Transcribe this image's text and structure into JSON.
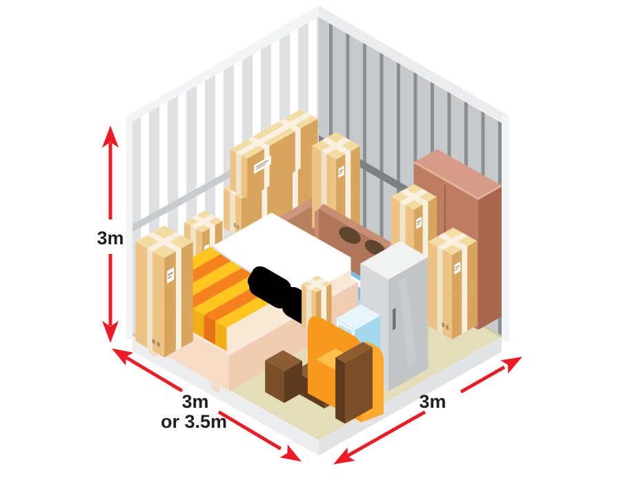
{
  "labels": {
    "height_label": "3m",
    "width_label_line1": "3m",
    "width_label_line2": "or 3.5m",
    "depth_label": "3m"
  },
  "colors": {
    "accent_red": "#ED1C24",
    "label_text": "#231F20",
    "wall_left_bg": "#DEE0E2",
    "wall_left_stripe": "#FFFFFF",
    "wall_left_rail": "#C9CCCE",
    "wall_right_bg": "#C7C9CB",
    "wall_right_rib": "#8C8F92",
    "wall_right_rail": "#7E8184",
    "wall_trim": "#F3F4F5",
    "wall_trim_shade": "#EBECED",
    "floor_top": "#E4DDB9",
    "floor_edge": "#CFC79E",
    "floor_side": "#ECEDEE",
    "floor_side2": "#E2E3E4",
    "box_top": "#F2DCA2",
    "box_left": "#ECC385",
    "box_right": "#D8A55F",
    "box_strap": "#F8F1E1",
    "box_strap_side": "#EFE3C8",
    "box_label": "#FFFFFF",
    "box_mark": "#6B5B3E",
    "credenza_face": "#B7805F",
    "credenza_top": "#CD977E",
    "credenza_end": "#C08B6D",
    "credenza_hole": "#EADCC0",
    "cooktop_face": "#B0755A",
    "cooktop_edge": "#C78E73",
    "burner": "#5D452F",
    "wardrobe_left": "#BE7C63",
    "wardrobe_right": "#A8664F",
    "wardrobe_top": "#D69C87",
    "wardrobe_seam": "#96604B",
    "bed_base": "#F6DCC5",
    "bed_base_side": "#F0CCB2",
    "bed_base_top": "#FAE8D8",
    "mattress_yellow": "#FFC61E",
    "mattress_orange": "#F5821F",
    "mattress_yellow_dark": "#F2AE16",
    "mattress_orange_dark": "#E8721A",
    "sheet_white": "#FFFFFF",
    "sheet_shade": "#DDE1E5",
    "headboard_face": "#F2E2C4",
    "headboard_edge": "#F9EFD9",
    "blue_mid": "#7FBEE9",
    "blue_light": "#ABD7F2",
    "blue_pillow": "#6FB4E4",
    "fridge_left": "#D6D8D9",
    "fridge_right": "#C2C4C6",
    "fridge_top": "#F1F2F2",
    "fridge_handle": "#6A6D70",
    "mini_face": "#BEE5F3",
    "mini_right": "#A5D8EC",
    "mini_top": "#E8F5FA",
    "mini_trim": "#FFFFFF",
    "chair_orange": "#F8991D",
    "chair_seat": "#FFC04A",
    "chair_arm": "#FFA92E",
    "brown_dark": "#5E3B1F",
    "brown_mid": "#7A4E28",
    "brown_light": "#8C5C33"
  },
  "scene": {
    "description": "Isometric cutaway of a self-storage unit filled with household items",
    "items": [
      "left-wall-panels",
      "right-wall-panels",
      "floor-slab",
      "credenza-panel",
      "cardboard-box-stacks",
      "cooktop-panel",
      "wardrobe",
      "blue-mattress-and-pillow",
      "bed-headboard",
      "double-bed-striped-mattress",
      "orange-pillows",
      "refrigerator",
      "mini-fridge",
      "armchair",
      "ottoman",
      "height-dimension-arrow",
      "width-dimension-arrow",
      "depth-dimension-arrow"
    ]
  }
}
